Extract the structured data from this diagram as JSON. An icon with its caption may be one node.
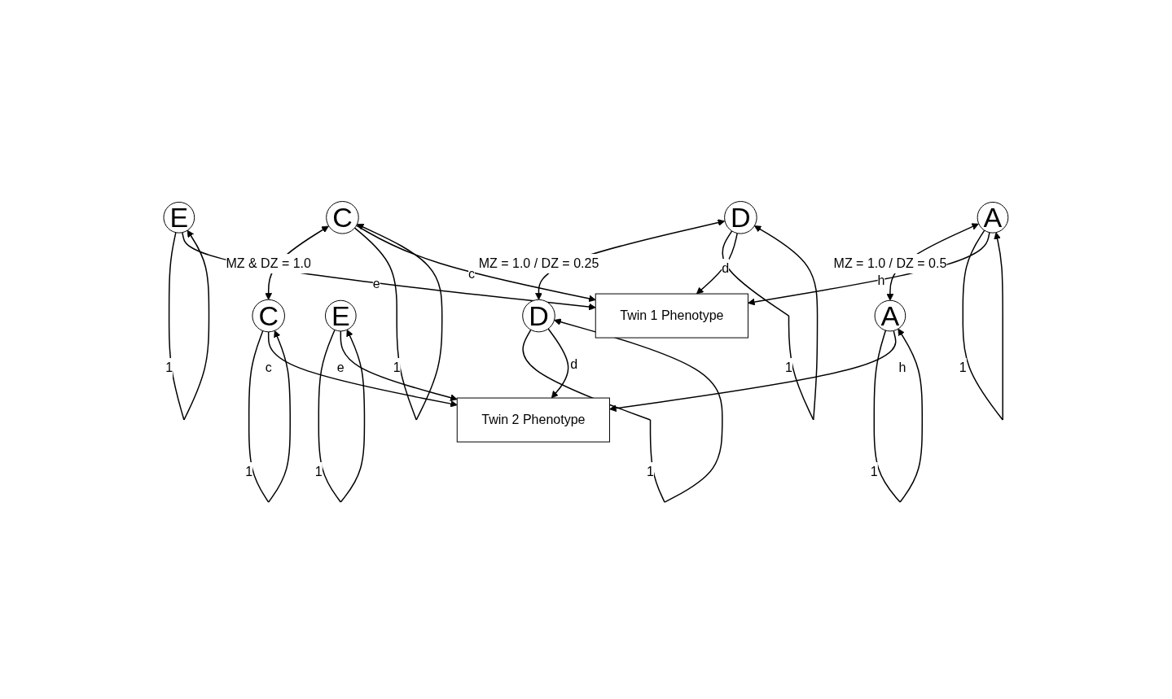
{
  "diagram": {
    "nodes": [
      {
        "text": [
          "E"
        ]
      },
      {
        "text": [
          "C"
        ]
      },
      {
        "text": [
          "D"
        ]
      },
      {
        "text": [
          "A"
        ]
      },
      {
        "text": [
          "A"
        ]
      },
      {
        "text": [
          "D"
        ]
      },
      {
        "text": [
          "C"
        ]
      },
      {
        "text": [
          "E"
        ]
      },
      {
        "text": [
          "Twin 1 Phenotype"
        ]
      },
      {
        "text": [
          "Twin 2 Phenotype"
        ]
      }
    ],
    "edges": [
      {
        "from": 1,
        "to": 6,
        "arrow": "both",
        "label": "MZ & DZ = 1.0"
      },
      {
        "from": 2,
        "to": 5,
        "arrow": "both",
        "label": "MZ = 1.0 / DZ = 0.25"
      },
      {
        "from": 3,
        "to": 4,
        "arrow": "both",
        "label": "MZ = 1.0 / DZ = 0.5"
      },
      {
        "from": 0,
        "to": 0,
        "arrow": "to",
        "label": "1"
      },
      {
        "from": 1,
        "to": 1,
        "arrow": "to",
        "label": "1"
      },
      {
        "from": 2,
        "to": 2,
        "arrow": "to",
        "label": "1"
      },
      {
        "from": 3,
        "to": 3,
        "arrow": "to",
        "label": "1"
      },
      {
        "from": 4,
        "to": 4,
        "arrow": "to",
        "label": "1"
      },
      {
        "from": 5,
        "to": 5,
        "arrow": "to",
        "label": "1"
      },
      {
        "from": 6,
        "to": 6,
        "arrow": "to",
        "label": "1"
      },
      {
        "from": 7,
        "to": 7,
        "arrow": "to",
        "label": "1"
      },
      {
        "from": 0,
        "to": 8,
        "arrow": "to",
        "label": "e"
      },
      {
        "from": 1,
        "to": 8,
        "arrow": "to",
        "label": "c"
      },
      {
        "from": 2,
        "to": 8,
        "arrow": "to",
        "label": "d"
      },
      {
        "from": 3,
        "to": 8,
        "arrow": "to",
        "label": "h"
      },
      {
        "from": 4,
        "to": 9,
        "arrow": "to",
        "label": "h"
      },
      {
        "from": 5,
        "to": 9,
        "arrow": "to",
        "label": "d"
      },
      {
        "from": 6,
        "to": 9,
        "arrow": "to",
        "label": "c"
      },
      {
        "from": 7,
        "to": 9,
        "arrow": "to",
        "label": "e"
      }
    ]
  }
}
